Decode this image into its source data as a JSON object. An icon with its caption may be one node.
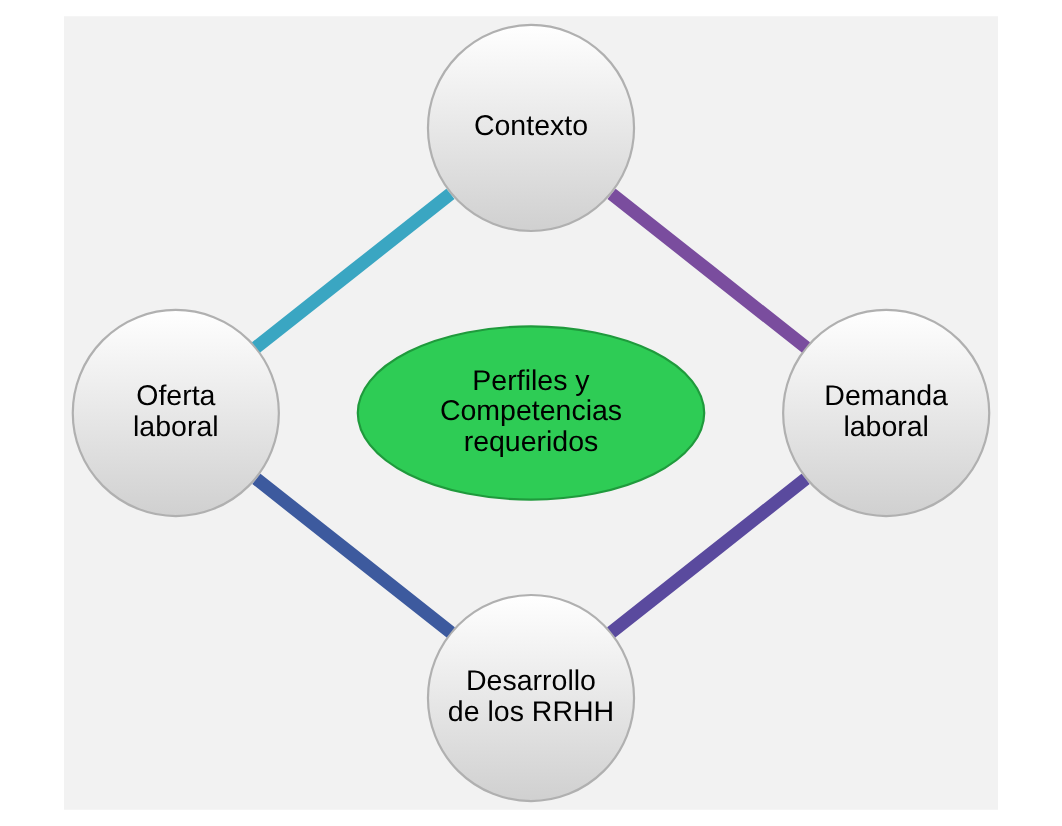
{
  "diagram": {
    "nodes": [
      {
        "text": [
          "Contexto"
        ]
      },
      {
        "text": [
          "Oferta laboral"
        ]
      },
      {
        "text": [
          "Perfiles y Competencias requeridos"
        ]
      },
      {
        "text": [
          "Demanda laboral"
        ]
      },
      {
        "text": [
          "Desarrollo de los RRHH"
        ]
      }
    ],
    "edges": [
      {
        "from": 0,
        "to": 3,
        "arrow": "none",
        "color": "#7a4d9e"
      },
      {
        "from": 3,
        "to": 4,
        "arrow": "none",
        "color": "#5a4a9e"
      },
      {
        "from": 1,
        "to": 4,
        "arrow": "none",
        "color": "#3d5a9e"
      },
      {
        "from": 0,
        "to": 1,
        "arrow": "none",
        "color": "#3aa6c2"
      }
    ]
  }
}
